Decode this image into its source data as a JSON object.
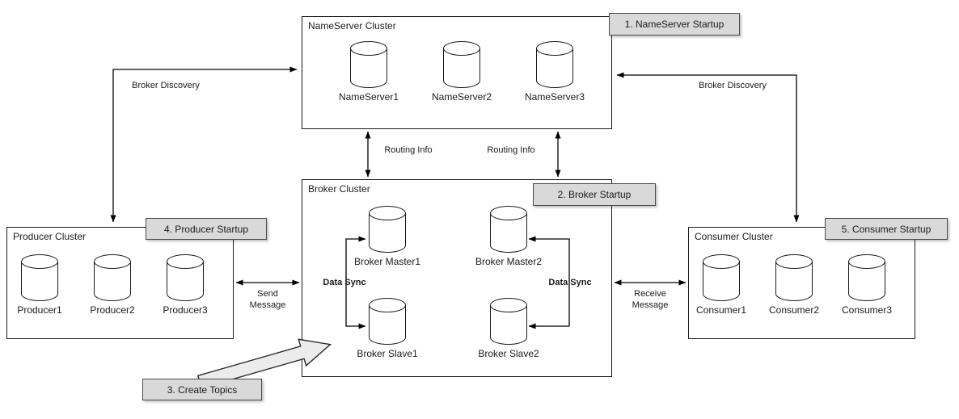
{
  "clusters": {
    "nameserver": {
      "title": "NameServer Cluster",
      "nodes": [
        "NameServer1",
        "NameServer2",
        "NameServer3"
      ]
    },
    "broker": {
      "title": "Broker Cluster",
      "nodes": [
        "Broker Master1",
        "Broker Master2",
        "Broker Slave1",
        "Broker Slave2"
      ]
    },
    "producer": {
      "title": "Producer Cluster",
      "nodes": [
        "Producer1",
        "Producer2",
        "Producer3"
      ]
    },
    "consumer": {
      "title": "Consumer Cluster",
      "nodes": [
        "Consumer1",
        "Consumer2",
        "Consumer3"
      ]
    }
  },
  "badges": {
    "step_1": "1. NameServer Startup",
    "step_2": "2. Broker Startup",
    "step_3": "3. Create Topics",
    "step_4": "4. Producer Startup",
    "step_5": "5. Consumer Startup"
  },
  "edges": {
    "broker_discovery_left": "Broker Discovery",
    "broker_discovery_right": "Broker Discovery",
    "routing_info_left": "Routing Info",
    "routing_info_right": "Routing Info",
    "send_message": "Send Message",
    "receive_message": "Receive Message",
    "data_sync_left": "Data Sync",
    "data_sync_right": "Data Sync"
  },
  "colors": {
    "badge_bg": "#d9d9d9",
    "box_border": "#1a1a1a",
    "line": "#000000",
    "background": "#ffffff"
  }
}
